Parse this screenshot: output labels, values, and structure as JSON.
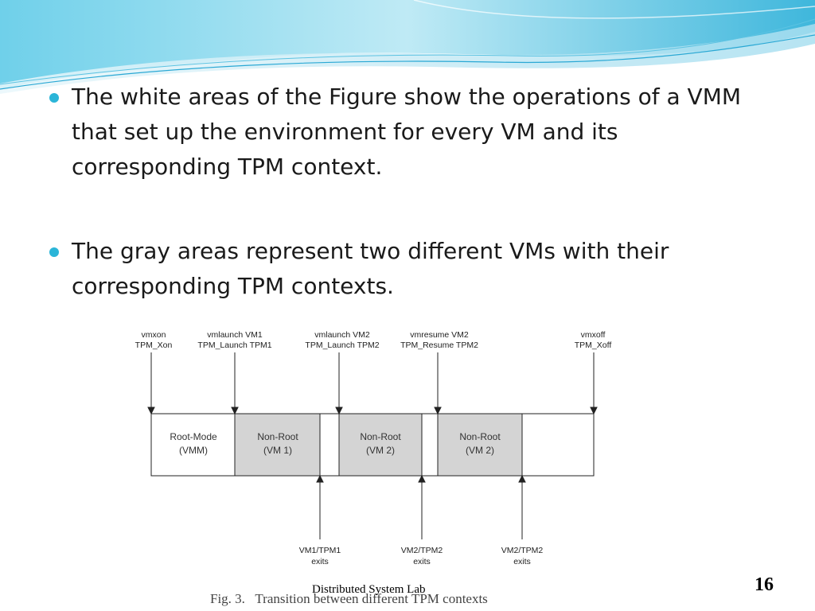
{
  "slide": {
    "bullets": [
      "The white areas of the Figure show the operations of a VMM that set up the environment for every VM and its corresponding TPM context.",
      " The gray areas represent two different VMs with their corresponding TPM contexts."
    ],
    "footer": "Distributed System Lab",
    "page_number": "16",
    "accent_color": "#2bb5d8"
  },
  "figure": {
    "top_labels": [
      {
        "line1": "vmxon",
        "line2": "TPM_Xon"
      },
      {
        "line1": "vmlaunch VM1",
        "line2": "TPM_Launch TPM1"
      },
      {
        "line1": "vmlaunch VM2",
        "line2": "TPM_Launch TPM2"
      },
      {
        "line1": "vmresume VM2",
        "line2": "TPM_Resume TPM2"
      },
      {
        "line1": "vmxoff",
        "line2": "TPM_Xoff"
      }
    ],
    "boxes": [
      {
        "line1": "Root-Mode",
        "line2": "(VMM)",
        "shade": "white"
      },
      {
        "line1": "Non-Root",
        "line2": "(VM 1)",
        "shade": "gray"
      },
      {
        "line1": "",
        "line2": "",
        "shade": "white"
      },
      {
        "line1": "Non-Root",
        "line2": "(VM 2)",
        "shade": "gray"
      },
      {
        "line1": "",
        "line2": "",
        "shade": "white"
      },
      {
        "line1": "Non-Root",
        "line2": "(VM 2)",
        "shade": "gray"
      },
      {
        "line1": "",
        "line2": "",
        "shade": "white"
      }
    ],
    "bottom_labels": [
      {
        "line1": "VM1/TPM1",
        "line2": "exits"
      },
      {
        "line1": "VM2/TPM2",
        "line2": "exits"
      },
      {
        "line1": "VM2/TPM2",
        "line2": "exits"
      }
    ],
    "caption": "Fig. 3.   Transition between different TPM contexts"
  }
}
